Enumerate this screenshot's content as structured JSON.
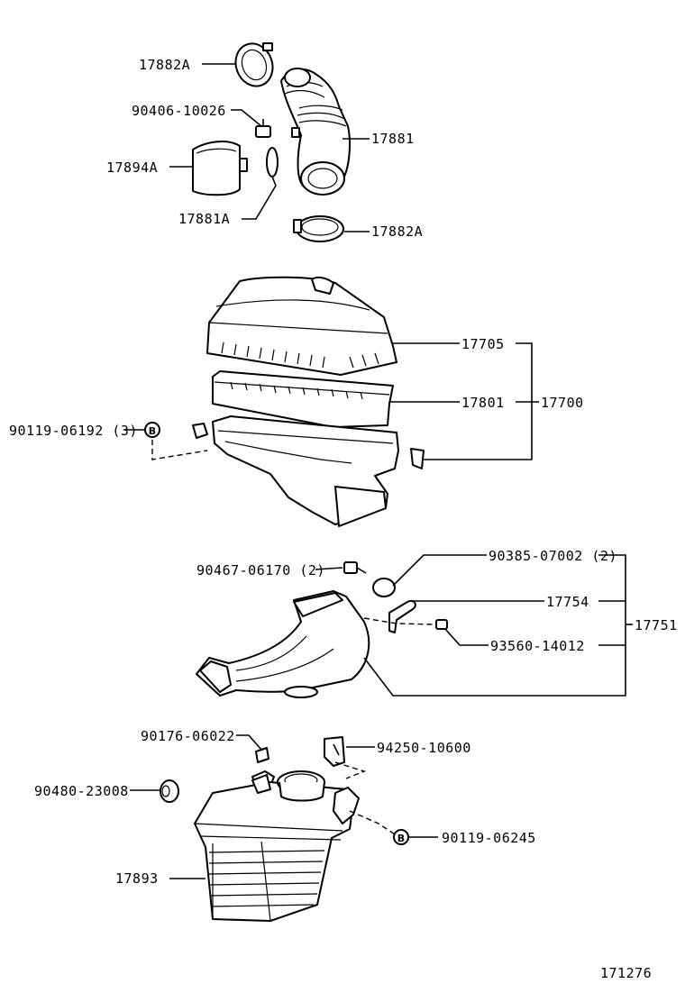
{
  "labels": {
    "l17882A_top": "17882A",
    "l90406": "90406-10026",
    "l17894A": "17894A",
    "l17881": "17881",
    "l17881A": "17881A",
    "l17882A_bot": "17882A",
    "l17705": "17705",
    "l17801": "17801",
    "l17700": "17700",
    "l90119_06192": "90119-06192 (3)",
    "l90467": "90467-06170 (2)",
    "l90385": "90385-07002 (2)",
    "l17754": "17754",
    "l17751": "17751",
    "l93560": "93560-14012",
    "l90176": "90176-06022",
    "l94250": "94250-10600",
    "l90480": "90480-23008",
    "l90119_06245": "90119-06245",
    "l17893": "17893",
    "diagram_id": "171276"
  },
  "markers": {
    "b_marker": "B"
  }
}
